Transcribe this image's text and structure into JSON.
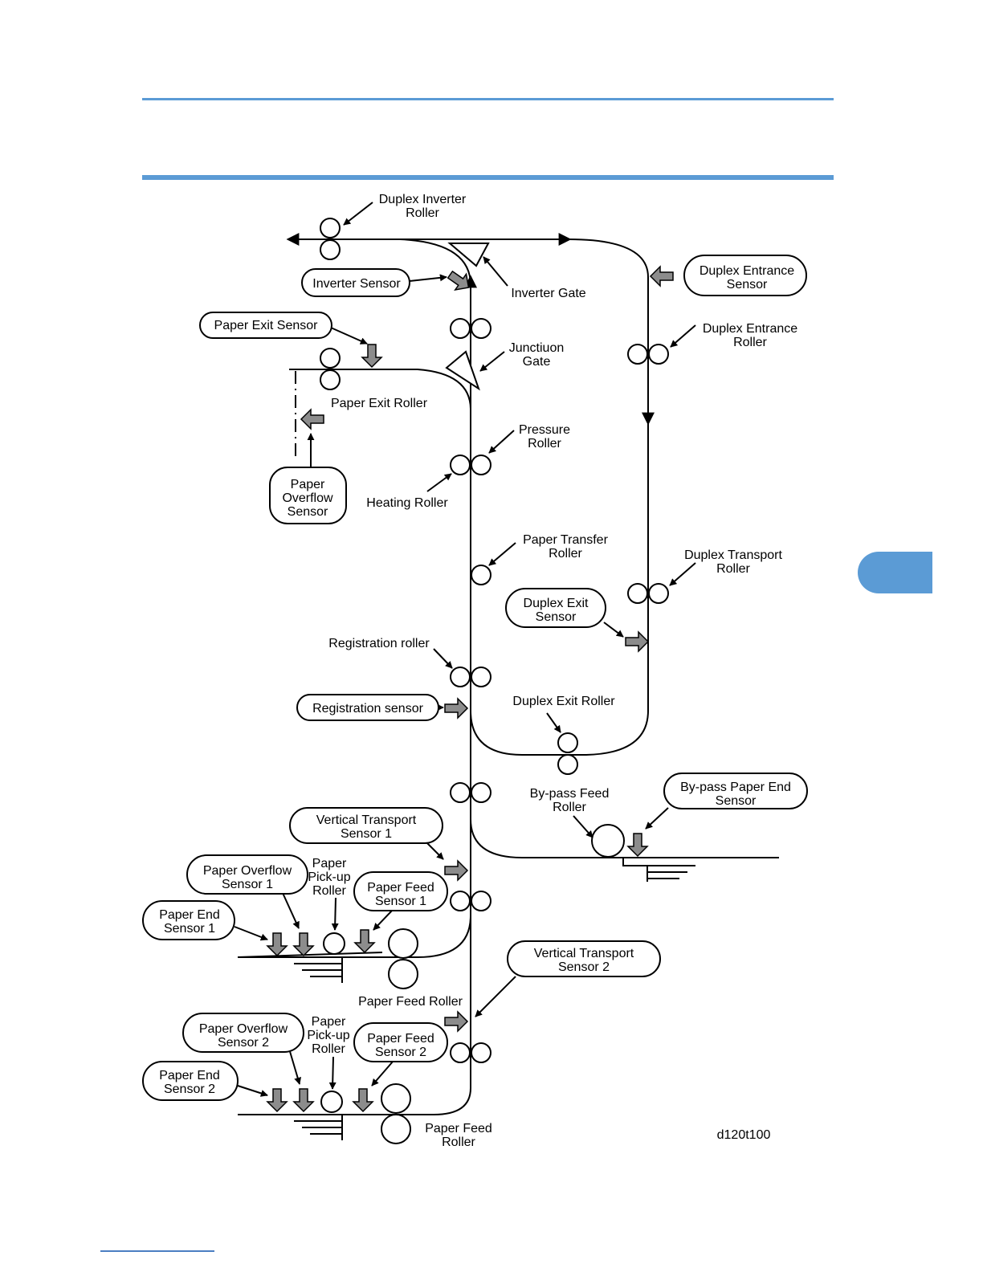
{
  "colors": {
    "rule": "#5b9bd5",
    "tab": "#5b9bd5",
    "sensor_arrow": "#8c8c8c",
    "line": "#000000"
  },
  "labels": {
    "duplex_inverter_roller": [
      "Duplex Inverter",
      "Roller"
    ],
    "inverter_gate": [
      "Inverter Gate"
    ],
    "junction_gate": [
      "Junctiuon",
      "Gate"
    ],
    "duplex_entrance_roller": [
      "Duplex Entrance",
      "Roller"
    ],
    "paper_exit_roller": [
      "Paper Exit Roller"
    ],
    "pressure_roller": [
      "Pressure",
      "Roller"
    ],
    "heating_roller": [
      "Heating Roller"
    ],
    "paper_transfer_roller": [
      "Paper Transfer",
      "Roller"
    ],
    "duplex_transport_roller": [
      "Duplex Transport",
      "Roller"
    ],
    "registration_roller": [
      "Registration roller"
    ],
    "duplex_exit_roller": [
      "Duplex Exit Roller"
    ],
    "bypass_feed_roller": [
      "By-pass Feed",
      "Roller"
    ],
    "paper_pickup_roller_1": [
      "Paper",
      "Pick-up",
      "Roller"
    ],
    "paper_feed_roller_1": [
      "Paper Feed Roller"
    ],
    "paper_pickup_roller_2": [
      "Paper",
      "Pick-up",
      "Roller"
    ],
    "paper_feed_roller_2": [
      "Paper Feed",
      "Roller"
    ],
    "figure_id": [
      "d120t100"
    ]
  },
  "sensors": {
    "inverter_sensor": [
      "Inverter Sensor"
    ],
    "duplex_entrance_sensor": [
      "Duplex Entrance",
      "Sensor"
    ],
    "paper_exit_sensor": [
      "Paper Exit Sensor"
    ],
    "paper_overflow_sensor": [
      "Paper",
      "Overflow",
      "Sensor"
    ],
    "duplex_exit_sensor": [
      "Duplex Exit",
      "Sensor"
    ],
    "registration_sensor": [
      "Registration sensor"
    ],
    "bypass_paper_end_sensor": [
      "By-pass Paper End",
      "Sensor"
    ],
    "vertical_transport_sensor_1": [
      "Vertical Transport",
      "Sensor 1"
    ],
    "paper_overflow_sensor_1": [
      "Paper Overflow",
      "Sensor 1"
    ],
    "paper_feed_sensor_1": [
      "Paper Feed",
      "Sensor 1"
    ],
    "paper_end_sensor_1": [
      "Paper End",
      "Sensor 1"
    ],
    "vertical_transport_sensor_2": [
      "Vertical Transport",
      "Sensor 2"
    ],
    "paper_overflow_sensor_2": [
      "Paper Overflow",
      "Sensor 2"
    ],
    "paper_feed_sensor_2": [
      "Paper Feed",
      "Sensor 2"
    ],
    "paper_end_sensor_2": [
      "Paper End",
      "Sensor 2"
    ]
  }
}
